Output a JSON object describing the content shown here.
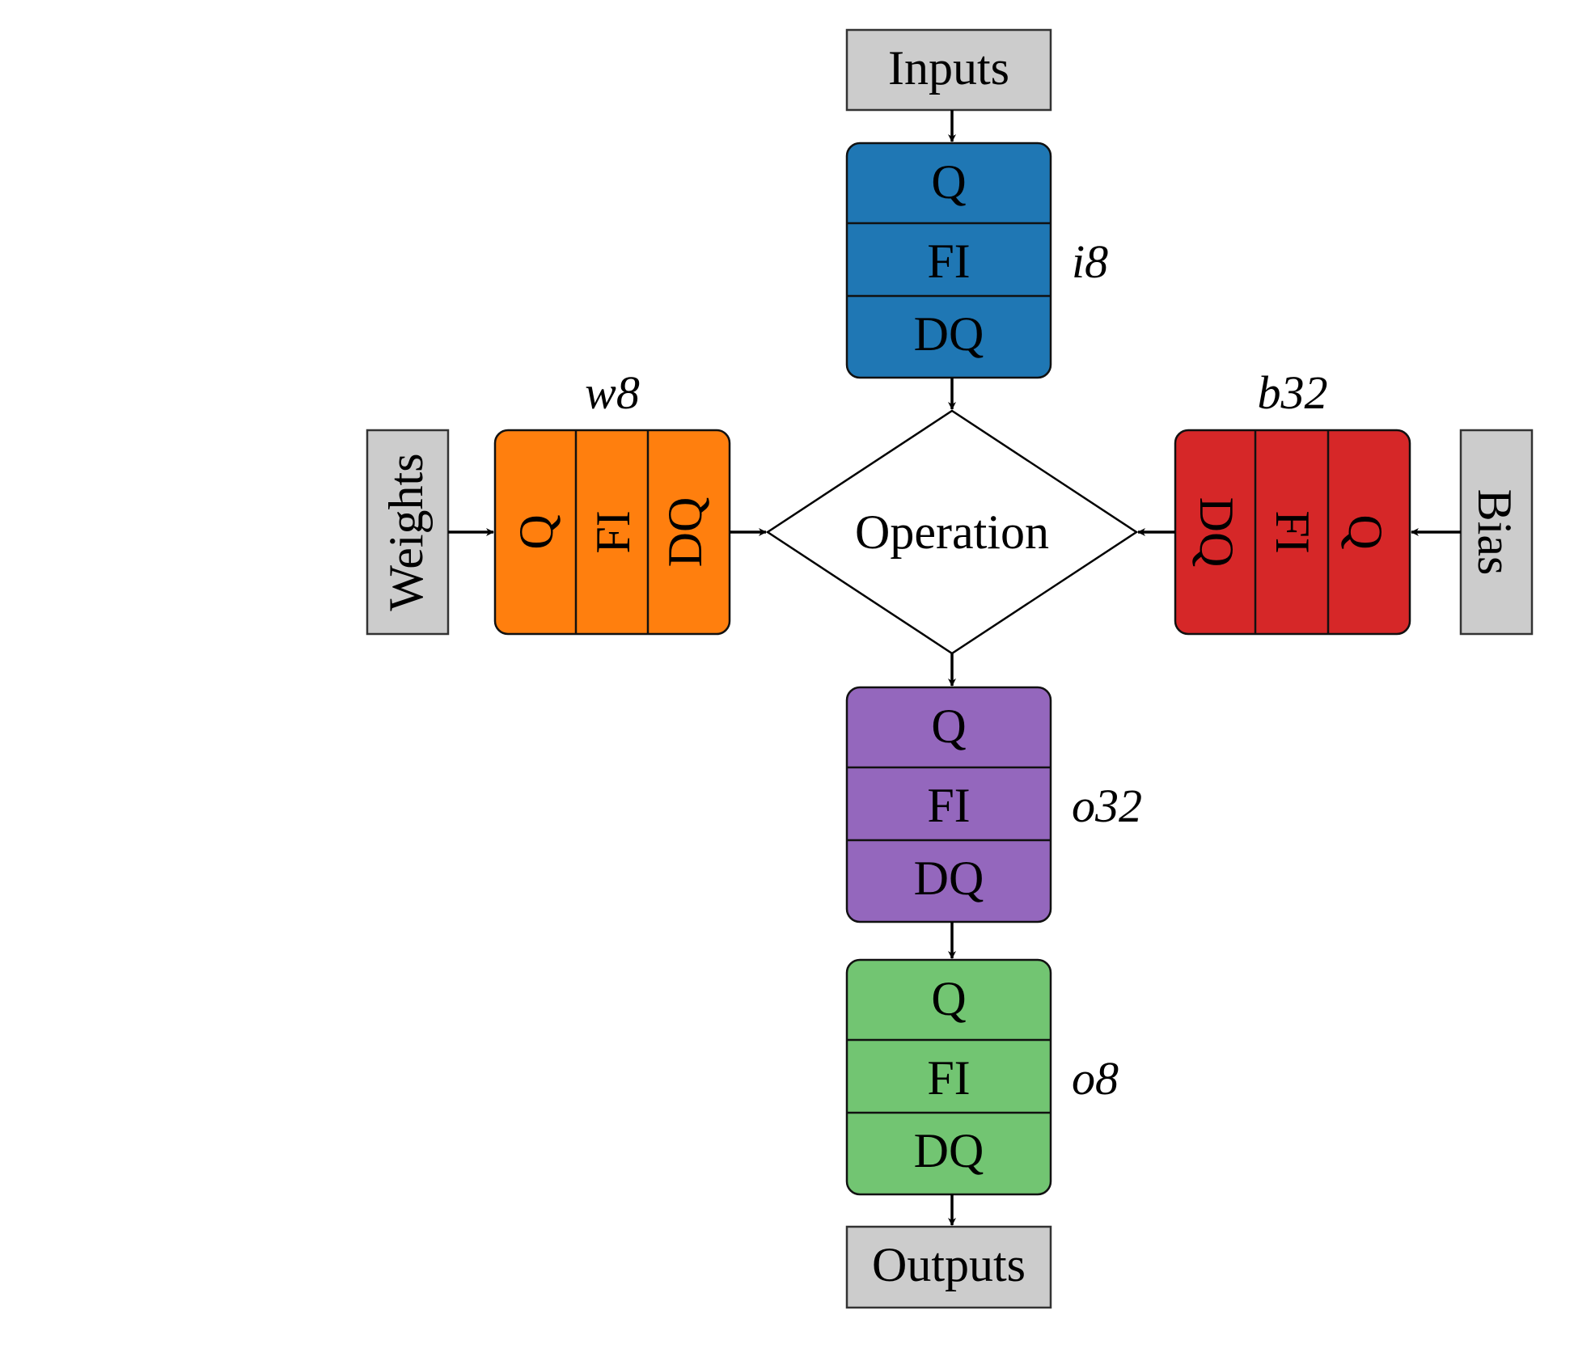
{
  "nodes": {
    "inputs": "Inputs",
    "outputs": "Outputs",
    "weights": "Weights",
    "bias": "Bias",
    "operation": "Operation"
  },
  "blocks": {
    "input_quant": {
      "tag": "i8",
      "color": "#1f77b4",
      "cells": [
        "Q",
        "FI",
        "DQ"
      ]
    },
    "weight_quant": {
      "tag": "w8",
      "color": "#ff7f0e",
      "cells": [
        "Q",
        "FI",
        "DQ"
      ]
    },
    "bias_quant": {
      "tag": "b32",
      "color": "#d62728",
      "cells": [
        "DQ",
        "FI",
        "Q"
      ]
    },
    "output32_quant": {
      "tag": "o32",
      "color": "#9467bd",
      "cells": [
        "Q",
        "FI",
        "DQ"
      ]
    },
    "output8_quant": {
      "tag": "o8",
      "color": "#72c572",
      "cells": [
        "Q",
        "FI",
        "DQ"
      ]
    }
  }
}
